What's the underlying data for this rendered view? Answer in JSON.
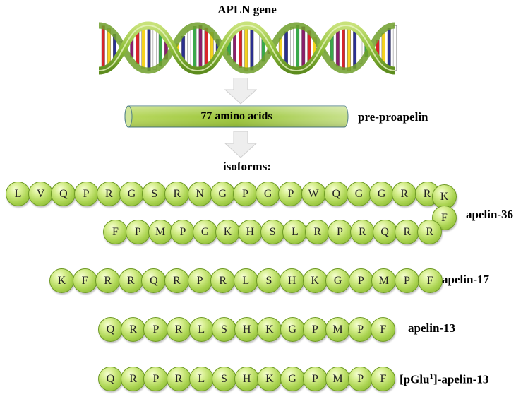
{
  "gene": {
    "title": "APLN gene"
  },
  "precursor": {
    "length_text": "77 amino acids",
    "name": "pre-proapelin"
  },
  "isoforms_title": "isoforms:",
  "rows": [
    {
      "residues": [
        "L",
        "V",
        "Q",
        "P",
        "R",
        "G",
        "S",
        "R",
        "N",
        "G",
        "P",
        "G",
        "P",
        "W",
        "Q",
        "G",
        "G",
        "R",
        "R"
      ]
    },
    {
      "residues": [
        "K"
      ]
    },
    {
      "residues": [
        "F"
      ]
    },
    {
      "residues": [
        "F",
        "P",
        "M",
        "P",
        "G",
        "K",
        "H",
        "S",
        "L",
        "R",
        "P",
        "R",
        "Q",
        "R",
        "R"
      ]
    },
    {
      "residues": [
        "K",
        "F",
        "R",
        "R",
        "Q",
        "R",
        "P",
        "R",
        "L",
        "S",
        "H",
        "K",
        "G",
        "P",
        "M",
        "P",
        "F"
      ]
    },
    {
      "residues": [
        "Q",
        "R",
        "P",
        "R",
        "L",
        "S",
        "H",
        "K",
        "G",
        "P",
        "M",
        "P",
        "F"
      ]
    },
    {
      "residues": [
        "Q",
        "R",
        "P",
        "R",
        "L",
        "S",
        "H",
        "K",
        "G",
        "P",
        "M",
        "P",
        "F"
      ]
    }
  ],
  "labels": {
    "apelin36": "apelin-36",
    "apelin17": "apelin-17",
    "apelin13": "apelin-13",
    "pglu_prefix": "[pGlu",
    "pglu_sup": "1",
    "pglu_suffix": "]-apelin-13"
  },
  "colors": {
    "bead": "#a8d24e",
    "tube": "#9cc63b",
    "arrow": "#e6e6e6"
  }
}
